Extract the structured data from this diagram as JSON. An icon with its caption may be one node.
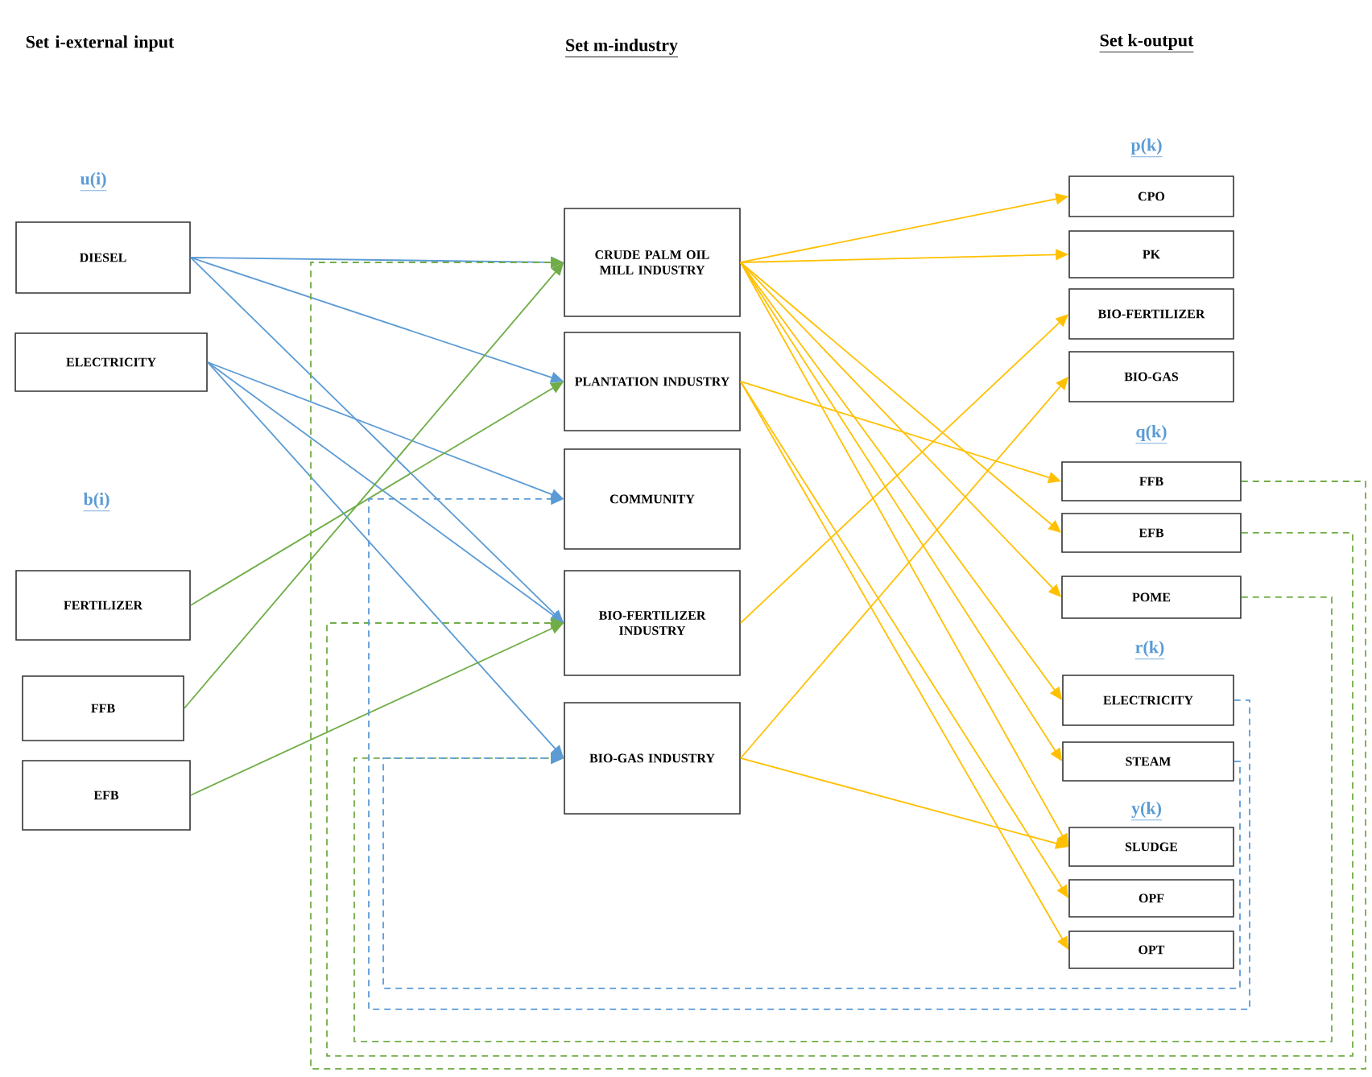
{
  "diagram": {
    "nodes": [
      {
        "text": [
          "DIESEL"
        ]
      },
      {
        "text": [
          "ELECTRICITY"
        ]
      },
      {
        "text": [
          "FERTILIZER"
        ]
      },
      {
        "text": [
          "FFB"
        ]
      },
      {
        "text": [
          "EFB"
        ]
      },
      {
        "text": [
          "CRUDE PALM OIL MILL INDUSTRY"
        ]
      },
      {
        "text": [
          "PLANTATION INDUSTRY"
        ]
      },
      {
        "text": [
          "COMMUNITY"
        ]
      },
      {
        "text": [
          "BIO-FERTILIZER INDUSTRY"
        ]
      },
      {
        "text": [
          "BIO-GAS INDUSTRY"
        ]
      },
      {
        "text": [
          "CPO"
        ]
      },
      {
        "text": [
          "PK"
        ]
      },
      {
        "text": [
          "BIO-FERTILIZER"
        ]
      },
      {
        "text": [
          "BIO-GAS"
        ]
      },
      {
        "text": [
          "FFB"
        ]
      },
      {
        "text": [
          "EFB"
        ]
      },
      {
        "text": [
          "POME"
        ]
      },
      {
        "text": [
          "ELECTRICITY"
        ]
      },
      {
        "text": [
          "STEAM"
        ]
      },
      {
        "text": [
          "SLUDGE"
        ]
      },
      {
        "text": [
          "OPF"
        ]
      },
      {
        "text": [
          "OPT"
        ]
      }
    ],
    "edges": [
      {
        "from": 0,
        "to": 5,
        "arrow": "to",
        "color": "#5b9bd5"
      },
      {
        "from": 0,
        "to": 6,
        "arrow": "to",
        "color": "#5b9bd5"
      },
      {
        "from": 0,
        "to": 8,
        "arrow": "to",
        "color": "#5b9bd5"
      },
      {
        "from": 1,
        "to": 7,
        "arrow": "to",
        "color": "#5b9bd5"
      },
      {
        "from": 1,
        "to": 8,
        "arrow": "to",
        "color": "#5b9bd5"
      },
      {
        "from": 1,
        "to": 9,
        "arrow": "to",
        "color": "#5b9bd5"
      },
      {
        "from": 2,
        "to": 6,
        "arrow": "to",
        "color": "#70ad47"
      },
      {
        "from": 3,
        "to": 5,
        "arrow": "to",
        "color": "#70ad47"
      },
      {
        "from": 4,
        "to": 8,
        "arrow": "to",
        "color": "#70ad47"
      },
      {
        "from": 5,
        "to": 10,
        "arrow": "to",
        "color": "#ffc000"
      },
      {
        "from": 5,
        "to": 11,
        "arrow": "to",
        "color": "#ffc000"
      },
      {
        "from": 5,
        "to": 15,
        "arrow": "to",
        "color": "#ffc000"
      },
      {
        "from": 5,
        "to": 16,
        "arrow": "to",
        "color": "#ffc000"
      },
      {
        "from": 5,
        "to": 17,
        "arrow": "to",
        "color": "#ffc000"
      },
      {
        "from": 5,
        "to": 18,
        "arrow": "to",
        "color": "#ffc000"
      },
      {
        "from": 5,
        "to": 19,
        "arrow": "to",
        "color": "#ffc000"
      },
      {
        "from": 6,
        "to": 14,
        "arrow": "to",
        "color": "#ffc000"
      },
      {
        "from": 6,
        "to": 20,
        "arrow": "to",
        "color": "#ffc000"
      },
      {
        "from": 6,
        "to": 21,
        "arrow": "to",
        "color": "#ffc000"
      },
      {
        "from": 8,
        "to": 12,
        "arrow": "to",
        "color": "#ffc000"
      },
      {
        "from": 9,
        "to": 13,
        "arrow": "to",
        "color": "#ffc000"
      },
      {
        "from": 9,
        "to": 19,
        "arrow": "to",
        "color": "#ffc000"
      },
      {
        "from": 14,
        "to": 5,
        "arrow": "to",
        "style": "dashed",
        "color": "#70ad47"
      },
      {
        "from": 15,
        "to": 8,
        "arrow": "to",
        "style": "dashed",
        "color": "#70ad47"
      },
      {
        "from": 16,
        "to": 9,
        "arrow": "to",
        "style": "dashed",
        "color": "#70ad47"
      },
      {
        "from": 17,
        "to": 7,
        "arrow": "to",
        "style": "dashed",
        "color": "#5b9bd5"
      },
      {
        "from": 18,
        "to": 9,
        "arrow": "to",
        "style": "dashed",
        "color": "#5b9bd5"
      }
    ],
    "labels": [
      "Set i-external input",
      "Set m-industry",
      "Set k-output",
      "u(i)",
      "b(i)",
      "p(k)",
      "q(k)",
      "r(k)",
      "y(k)"
    ]
  }
}
